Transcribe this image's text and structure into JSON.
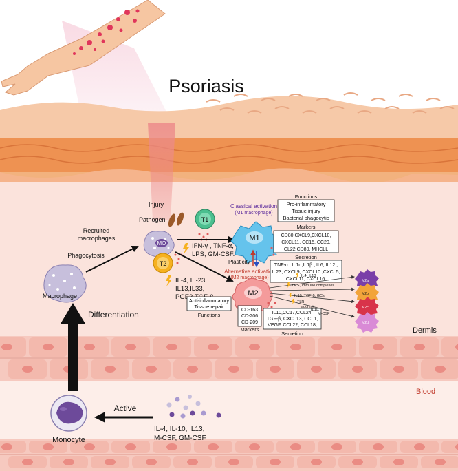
{
  "title": "Psoriasis",
  "labels": {
    "injury": "Injury",
    "pathogen": "Pathogen",
    "recruited_1": "Recruited",
    "recruited_2": "macrophages",
    "mo": "MO",
    "phagocytosis": "Phagocytosis",
    "macrophage": "Macrophage",
    "differentiation": "Differentiation",
    "monocyte": "Monocyte",
    "active": "Active",
    "dermis": "Dermis",
    "blood": "Blood",
    "plasticity": "Plasticity",
    "functions": "Functions",
    "markers": "Markers",
    "secretion": "Secretion"
  },
  "t1": {
    "label": "T1",
    "signals": [
      "IFN-γ , TNF-α,",
      "LPS, GM-CSF."
    ]
  },
  "t2": {
    "label": "T2",
    "signals": [
      "IL-4, IL-23,",
      "IL13,IL33,",
      "PGE2,TGF-β"
    ]
  },
  "monocyte_signals": [
    "IL-4, IL-10, IL13,",
    "M-CSF, GM-CSF"
  ],
  "m1": {
    "label": "M1",
    "activation": "Classical activation",
    "subtitle": "(M1 macrophage)",
    "functions": [
      "Pro-inflammatory",
      "Tissue injury",
      "Bacterial phagocytic"
    ],
    "markers": [
      "CD80,CXCL9,CXCL10,",
      "CXCL11, CC15, CC20,",
      "CL22,CD80, MHCLL"
    ],
    "secretion": [
      "TNF-α , IL1α,IL1β , IL6, IL12 ,",
      "IL23, CXCL9, CXCL10 ,CXCL5,",
      "CXCL11,  CXCL16."
    ]
  },
  "m2": {
    "label": "M2",
    "activation": "Alternative activation",
    "subtitle": "(M2 macrophage)",
    "functions": [
      "Anti-inflammatory",
      "Tissue repair"
    ],
    "markers": [
      "CD-163",
      "CD-206",
      "CD-209"
    ],
    "secretion": [
      "IL10,CC17,CCL24,",
      "TGF-β, CXCL13, CCL1,",
      "VEGF, CCL22, CCL18,"
    ]
  },
  "subtypes": {
    "m2a_signal": "IL4, IL13",
    "m2b_signal": "LPS, Immune complexes",
    "m2c_signal": "IL10, TGF-β, GCs",
    "m2d_signal_1": "TLR",
    "m2d_signal_2": "agonist,",
    "m2d_signal_3": "IL10,",
    "m2d_signal_4": "M-CSF",
    "m2a": "M2a",
    "m2b": "M2b",
    "m2c": "M2c",
    "m2d": "M2d"
  },
  "colors": {
    "skin_top": "#f2b27e",
    "skin_layer": "#ee9252",
    "dermis": "#fbe3dc",
    "cell_row": "#f6c9bf",
    "cell_nucleus": "#ea8c84",
    "m1_fill": "#65c3ec",
    "m2_fill": "#f49b9b",
    "t1_fill": "#4bbf8f",
    "t2_fill": "#f6b120",
    "mo_fill": "#c7bfdc",
    "monocyte_fill": "#6d4a9a",
    "classical_text": "#5b2a9c",
    "alternative_text": "#c0392b",
    "blood_text": "#c0392b"
  }
}
